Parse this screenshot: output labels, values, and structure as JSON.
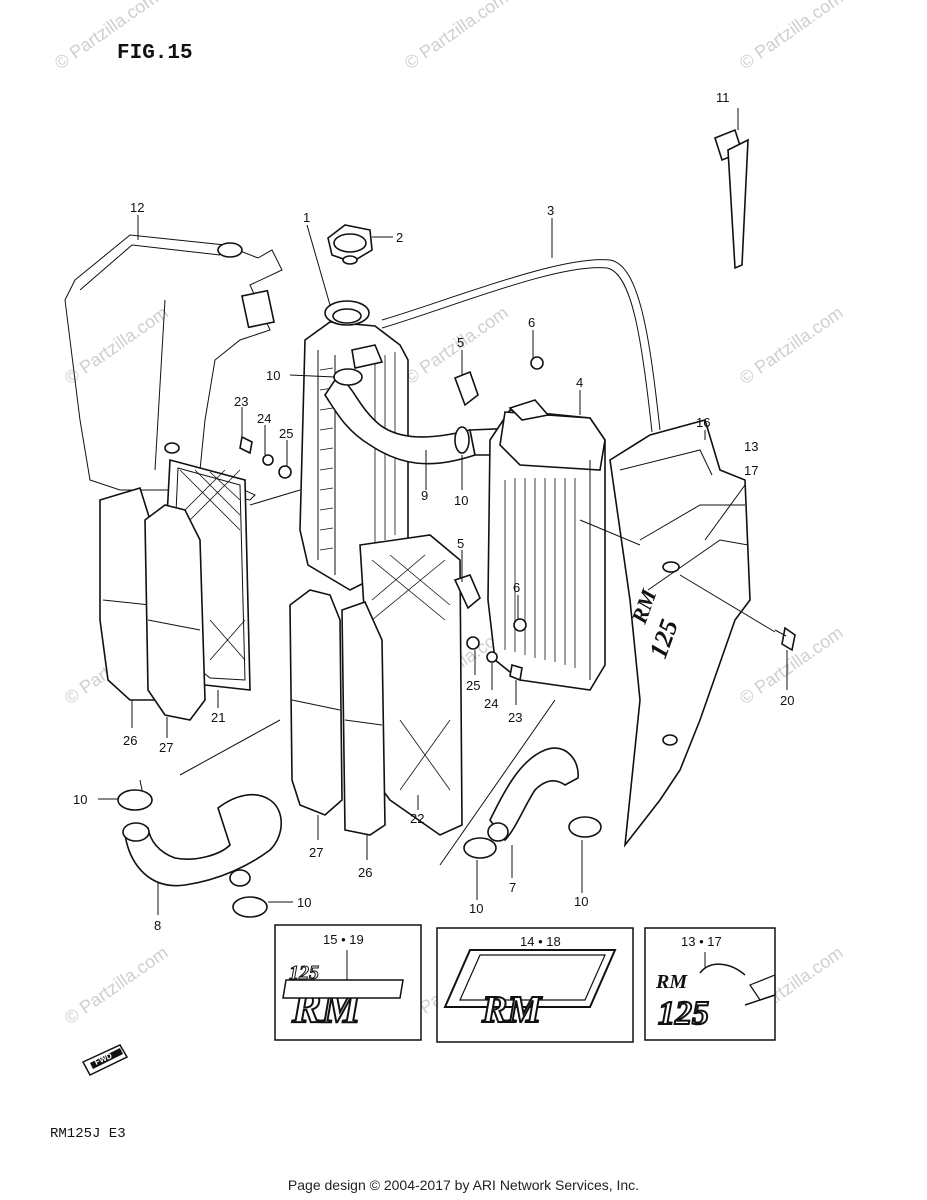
{
  "figure_title": "FIG.15",
  "model_code": "RM125J  E3",
  "footer_text": "Page design © 2004-2017 by ARI Network Services, Inc.",
  "watermark_text": "© Partzilla.com",
  "direction_badge": "FWD",
  "callouts": {
    "c1": "1",
    "c2": "2",
    "c3": "3",
    "c4": "4",
    "c5a": "5",
    "c5b": "5",
    "c6a": "6",
    "c6b": "6",
    "c7": "7",
    "c8": "8",
    "c9": "9",
    "c10a": "10",
    "c10b": "10",
    "c10c": "10",
    "c10d": "10",
    "c10e": "10",
    "c10f": "10",
    "c11": "11",
    "c12": "12",
    "c13_17": "13\n17",
    "c13": "13",
    "c17": "17",
    "c16": "16",
    "c20": "20",
    "c21": "21",
    "c22": "22",
    "c23a": "23",
    "c23b": "23",
    "c24a": "24",
    "c24b": "24",
    "c25a": "25",
    "c25b": "25",
    "c26a": "26",
    "c26b": "26",
    "c27a": "27",
    "c27b": "27"
  },
  "decals": {
    "left": {
      "label": "15 • 19",
      "text_rm": "RM",
      "text_num": "125"
    },
    "center": {
      "label": "14 • 18",
      "text_rm": "RM"
    },
    "right": {
      "label": "13 • 17",
      "text_rm": "RM",
      "text_num": "125"
    }
  }
}
